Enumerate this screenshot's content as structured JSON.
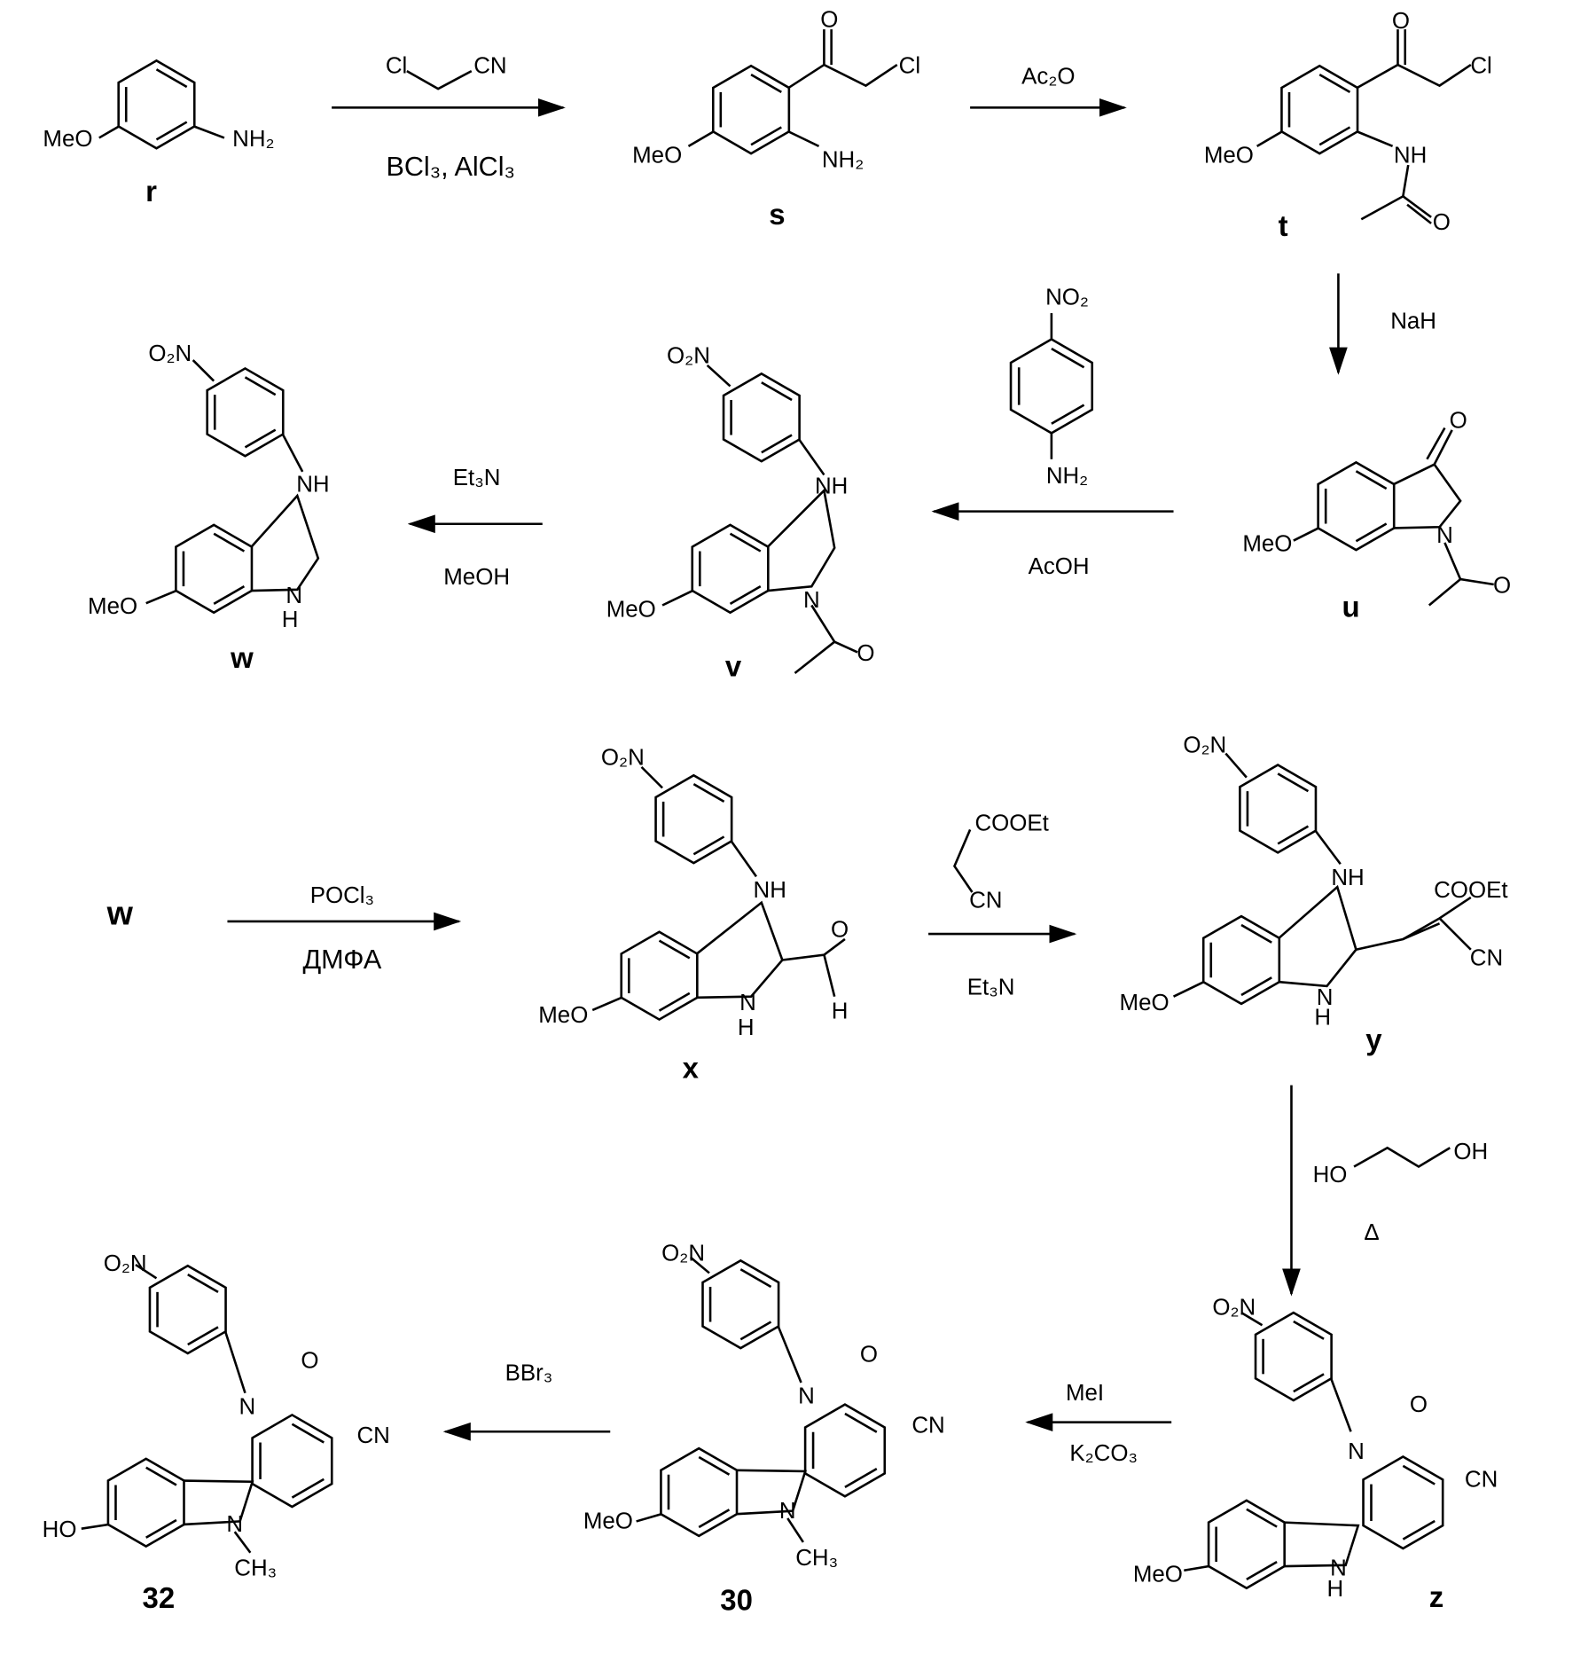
{
  "compounds": {
    "r": {
      "label": "r",
      "meo": "MeO",
      "nh2": "NH₂"
    },
    "s": {
      "label": "s",
      "o": "O",
      "cl": "Cl",
      "meo": "MeO",
      "nh2": "NH₂"
    },
    "t": {
      "label": "t",
      "o": "O",
      "cl": "Cl",
      "meo": "MeO",
      "nh": "NH",
      "o2": "O"
    },
    "u": {
      "label": "u",
      "o": "O",
      "n": "N",
      "meo": "MeO",
      "o2": "O"
    },
    "v": {
      "label": "v",
      "o2n": "O₂N",
      "nh": "NH",
      "n": "N",
      "meo": "MeO",
      "o": "O"
    },
    "w": {
      "label": "w",
      "o2n": "O₂N",
      "nh": "NH",
      "n": "N",
      "h": "H",
      "meo": "MeO"
    },
    "w_ref": {
      "label": "w"
    },
    "x": {
      "label": "x",
      "o2n": "O₂N",
      "nh": "NH",
      "n": "N",
      "h": "H",
      "meo": "MeO",
      "o": "O",
      "cho_h": "H"
    },
    "y": {
      "label": "y",
      "o2n": "O₂N",
      "nh": "NH",
      "n": "N",
      "h": "H",
      "meo": "MeO",
      "cooet": "COOEt",
      "cn": "CN"
    },
    "z": {
      "label": "z",
      "o2n": "O₂N",
      "n": "N",
      "o": "O",
      "cn": "CN",
      "n2": "N",
      "h": "H",
      "meo": "MeO"
    },
    "c30": {
      "label": "30",
      "o2n": "O₂N",
      "n": "N",
      "o": "O",
      "cn": "CN",
      "n2": "N",
      "ch3": "CH₃",
      "meo": "MeO"
    },
    "c32": {
      "label": "32",
      "o2n": "O₂N",
      "n": "N",
      "o": "O",
      "cn": "CN",
      "n2": "N",
      "ch3": "CH₃",
      "ho": "HO"
    }
  },
  "reagents": {
    "step1": {
      "top_cl": "Cl",
      "top_cn": "CN",
      "bottom": "BCl₃, AlCl₃"
    },
    "step2": {
      "top": "Ac₂O"
    },
    "step3": {
      "side": "NaH"
    },
    "step4": {
      "no2": "NO₂",
      "nh2": "NH₂",
      "bottom": "AcOH"
    },
    "step5": {
      "top": "Et₃N",
      "bottom": "MeOH"
    },
    "step6": {
      "top": "POCl₃",
      "bottom": "ДМФА"
    },
    "step7": {
      "cooet": "COOEt",
      "cn": "CN",
      "bottom": "Et₃N"
    },
    "step8": {
      "ho": "HO",
      "oh": "OH",
      "delta": "Δ"
    },
    "step9": {
      "top": "MeI",
      "bottom": "K₂CO₃"
    },
    "step10": {
      "top": "BBr₃"
    }
  }
}
